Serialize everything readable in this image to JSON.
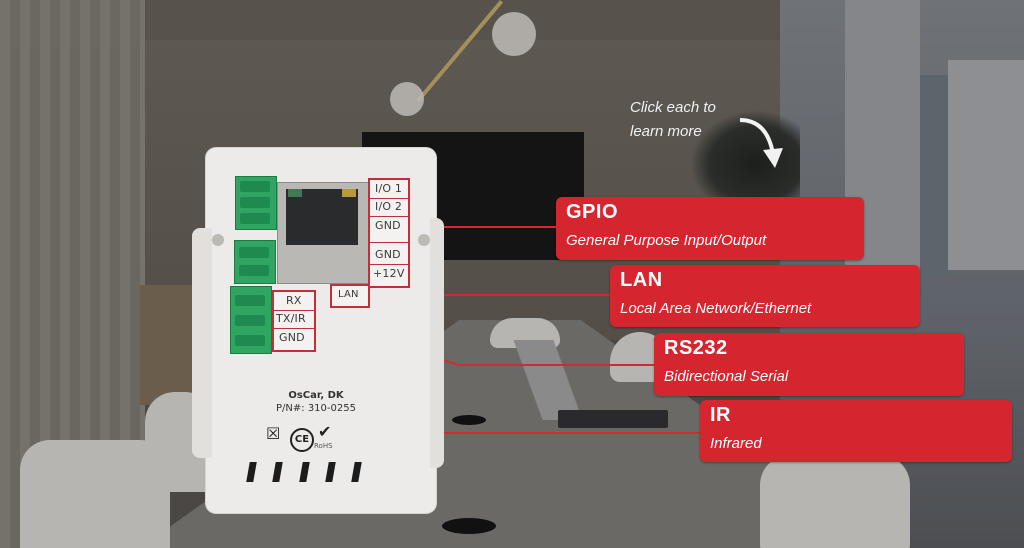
{
  "hint": {
    "line1": "Click each to",
    "line2": "learn more"
  },
  "device": {
    "pin_labels_top": [
      "I/O 1",
      "I/O 2",
      "GND",
      "GND",
      "+12V"
    ],
    "lan_label": "LAN",
    "pin_labels_bottom": [
      "RX",
      "TX/IR",
      "GND"
    ],
    "manufacturer": "OsCar, DK",
    "part_number": "P/N#: 310-0255",
    "cert_rohs": "RoHS"
  },
  "callouts": [
    {
      "title": "GPIO",
      "subtitle": "General Purpose Input/Output"
    },
    {
      "title": "LAN",
      "subtitle": "Local Area Network/Ethernet"
    },
    {
      "title": "RS232",
      "subtitle": "Bidirectional Serial"
    },
    {
      "title": "IR",
      "subtitle": "Infrared"
    }
  ],
  "colors": {
    "accent_red": "#d5262f",
    "line_red": "#c0303a",
    "terminal_green": "#2fa561"
  }
}
